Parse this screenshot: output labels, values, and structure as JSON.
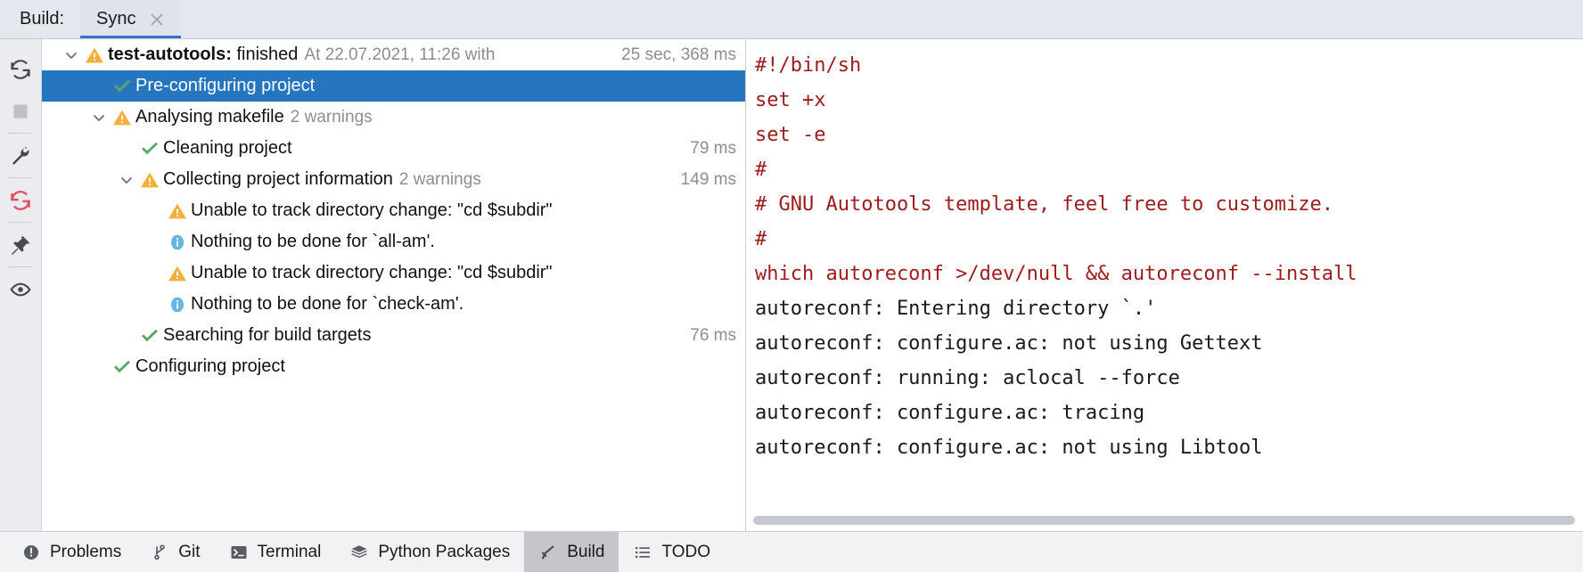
{
  "header": {
    "build_label": "Build:",
    "tab_label": "Sync",
    "close_icon": "close-icon",
    "accent": "#3574cf"
  },
  "toolbar": {
    "items": [
      {
        "name": "rerun-icon",
        "title": "Rerun"
      },
      {
        "name": "stop-icon",
        "title": "Stop"
      },
      {
        "name": "wrench-icon",
        "title": "Settings"
      },
      {
        "name": "reload-all-icon",
        "title": "Reload All"
      },
      {
        "name": "pin-icon",
        "title": "Pin Tab"
      },
      {
        "name": "eye-icon",
        "title": "Show"
      }
    ]
  },
  "tree": {
    "rows": [
      {
        "indent": 0,
        "twisty": "expanded",
        "status": "warning",
        "text_bold": "test-autotools:",
        "text": "finished",
        "detail": "At 22.07.2021, 11:26 with",
        "ms": "25 sec, 368 ms",
        "selected": false
      },
      {
        "indent": 1,
        "twisty": "none",
        "status": "success",
        "text_bold": "",
        "text": "Pre-configuring project",
        "detail": "",
        "ms": "",
        "selected": true
      },
      {
        "indent": 1,
        "twisty": "expanded",
        "status": "warning",
        "text_bold": "",
        "text": "Analysing makefile",
        "detail": "2 warnings",
        "ms": "",
        "selected": false
      },
      {
        "indent": 2,
        "twisty": "none",
        "status": "success",
        "text_bold": "",
        "text": "Cleaning project",
        "detail": "",
        "ms": "79 ms",
        "selected": false
      },
      {
        "indent": 2,
        "twisty": "expanded",
        "status": "warning",
        "text_bold": "",
        "text": "Collecting project information",
        "detail": "2 warnings",
        "ms": "149 ms",
        "selected": false
      },
      {
        "indent": 3,
        "twisty": "none",
        "status": "warning",
        "text_bold": "",
        "text": "Unable to track directory change: \"cd $subdir\"",
        "detail": "",
        "ms": "",
        "selected": false
      },
      {
        "indent": 3,
        "twisty": "none",
        "status": "info",
        "text_bold": "",
        "text": "Nothing to be done for `all-am'.",
        "detail": "",
        "ms": "",
        "selected": false
      },
      {
        "indent": 3,
        "twisty": "none",
        "status": "warning",
        "text_bold": "",
        "text": "Unable to track directory change: \"cd $subdir\"",
        "detail": "",
        "ms": "",
        "selected": false
      },
      {
        "indent": 3,
        "twisty": "none",
        "status": "info",
        "text_bold": "",
        "text": "Nothing to be done for `check-am'.",
        "detail": "",
        "ms": "",
        "selected": false
      },
      {
        "indent": 2,
        "twisty": "none",
        "status": "success",
        "text_bold": "",
        "text": "Searching for build targets",
        "detail": "",
        "ms": "76 ms",
        "selected": false
      },
      {
        "indent": 1,
        "twisty": "none",
        "status": "success",
        "text_bold": "",
        "text": "Configuring project",
        "detail": "",
        "ms": "",
        "selected": false
      }
    ],
    "selection_color": "#2675bf",
    "warning_color": "#f4af3d",
    "success_color": "#59a869",
    "info_color": "#62b8de"
  },
  "console": {
    "lines": [
      {
        "text": "#!/bin/sh",
        "kind": "cmd"
      },
      {
        "text": "set +x",
        "kind": "cmd"
      },
      {
        "text": "set -e",
        "kind": "cmd"
      },
      {
        "text": "#",
        "kind": "cmd"
      },
      {
        "text": "# GNU Autotools template, feel free to customize.",
        "kind": "cmd"
      },
      {
        "text": "#",
        "kind": "cmd"
      },
      {
        "text": "which autoreconf >/dev/null && autoreconf --install",
        "kind": "cmd"
      },
      {
        "text": "autoreconf: Entering directory `.'",
        "kind": "out"
      },
      {
        "text": "autoreconf: configure.ac: not using Gettext",
        "kind": "out"
      },
      {
        "text": "autoreconf: running: aclocal --force",
        "kind": "out"
      },
      {
        "text": "autoreconf: configure.ac: tracing",
        "kind": "out"
      },
      {
        "text": "autoreconf: configure.ac: not using Libtool",
        "kind": "out"
      }
    ],
    "cmd_color": "#9e1b1b",
    "out_color": "#1a1a1a"
  },
  "statusbar": {
    "items": [
      {
        "label": "Problems",
        "icon": "problems-icon",
        "active": false
      },
      {
        "label": "Git",
        "icon": "git-branch-icon",
        "active": false
      },
      {
        "label": "Terminal",
        "icon": "terminal-icon",
        "active": false
      },
      {
        "label": "Python Packages",
        "icon": "packages-icon",
        "active": false
      },
      {
        "label": "Build",
        "icon": "build-hammer-icon",
        "active": true
      },
      {
        "label": "TODO",
        "icon": "todo-list-icon",
        "active": false
      }
    ]
  }
}
